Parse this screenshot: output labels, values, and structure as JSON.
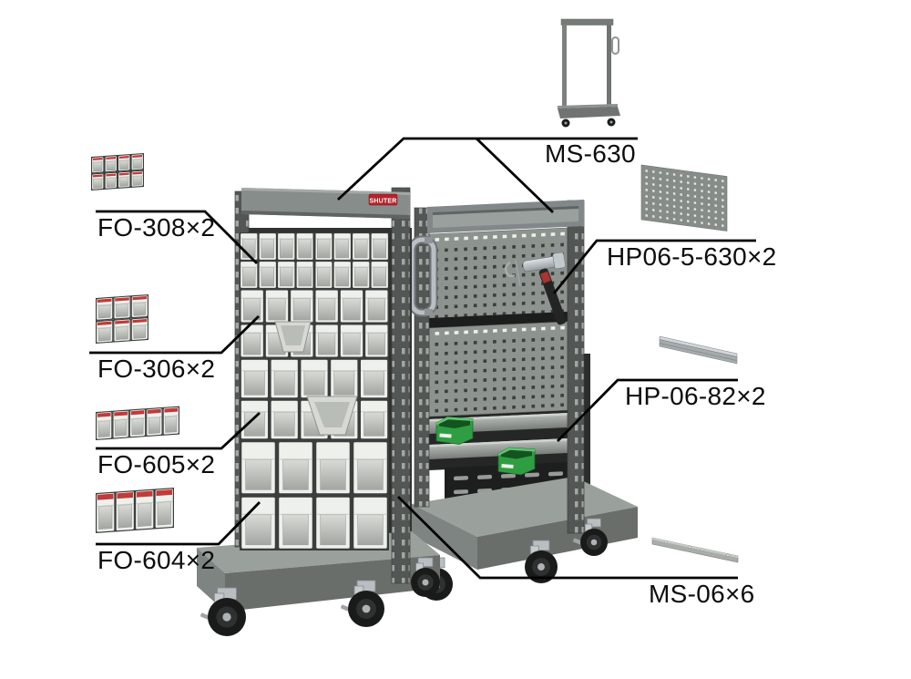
{
  "page": {
    "background": "#ffffff"
  },
  "brand": {
    "logo_text": "SHUTER",
    "logo_bg": "#b5222a"
  },
  "labels": {
    "ms630": "MS-630",
    "fo308": "FO-308×2",
    "fo306": "FO-306×2",
    "fo605": "FO-605×2",
    "fo604": "FO-604×2",
    "hp06_5_630": "HP06-5-630×2",
    "hp_06_82": "HP-06-82×2",
    "ms06": "MS-06×6"
  },
  "rack_sections": [
    {
      "id": "fo308",
      "part": "FO-308",
      "quantity": 2,
      "rows": 2,
      "cols": 8
    },
    {
      "id": "fo306",
      "part": "FO-306",
      "quantity": 2,
      "rows": 2,
      "cols": 6
    },
    {
      "id": "fo605",
      "part": "FO-605",
      "quantity": 2,
      "rows": 2,
      "cols": 5
    },
    {
      "id": "fo604",
      "part": "FO-604",
      "quantity": 2,
      "rows": 2,
      "cols": 4
    }
  ],
  "thumbnails": {
    "fo308": {
      "rows": 2,
      "cols": 4
    },
    "fo306": {
      "rows": 2,
      "cols": 3
    },
    "fo605": {
      "rows": 1,
      "cols": 5
    },
    "fo604": {
      "rows": 1,
      "cols": 4
    }
  },
  "colors": {
    "bin_case": "#3a3e3c",
    "bin_face": "#eef0eb",
    "label_red": "#c23a39",
    "win_edge": "#9b9f9a",
    "pegboard": "#8d938f",
    "peg_hole": "#3b3e3c",
    "frame_gray": "#848a87",
    "post_gray": "#525755",
    "base_top": "#9aa09c",
    "base_front": "#7e8481",
    "base_side": "#696e6b",
    "green_bin": "#2f9e43",
    "callout_line": "#000000",
    "label_text": "#0d0d0d"
  }
}
